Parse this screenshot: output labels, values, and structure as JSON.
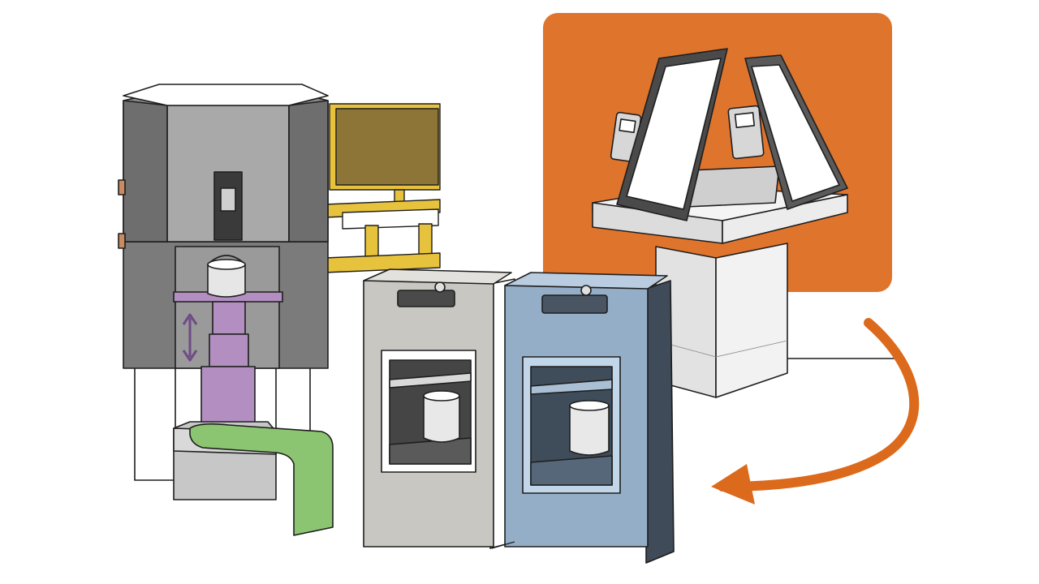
{
  "scene": {
    "background": "#ffffff",
    "ink": "#1e1e1e",
    "colors": {
      "accent_orange": "#df742d",
      "arrow_orange": "#dc6a1c",
      "metal_dark": "#7b7b7b",
      "metal_mid": "#9a9a9a",
      "metal_light": "#c7c7c7",
      "lift_purple": "#b28ec1",
      "base_green": "#8cc571",
      "monitor_frame": "#e7c23c",
      "monitor_screen": "#8d7437",
      "cabinet_beige": "#c9c7c2",
      "cabinet_blue": "#95aec7",
      "kiosk_white": "#ebebeb"
    },
    "objects": [
      {
        "name": "dispensing-tower",
        "description_icon": "hexagonal-dispenser-with-lift"
      },
      {
        "name": "bucket",
        "description_icon": "paint-can"
      },
      {
        "name": "lift-arrow-icon",
        "description_icon": "vertical-double-arrow"
      },
      {
        "name": "monitor",
        "description_icon": "display-on-stand"
      },
      {
        "name": "cabinet-beige",
        "description_icon": "dispenser-cabinet"
      },
      {
        "name": "cabinet-blue",
        "description_icon": "dispenser-cabinet"
      },
      {
        "name": "kiosk",
        "description_icon": "twin-touchscreen-kiosk"
      },
      {
        "name": "curved-arrow-icon",
        "description_icon": "curved-arrow"
      }
    ]
  }
}
